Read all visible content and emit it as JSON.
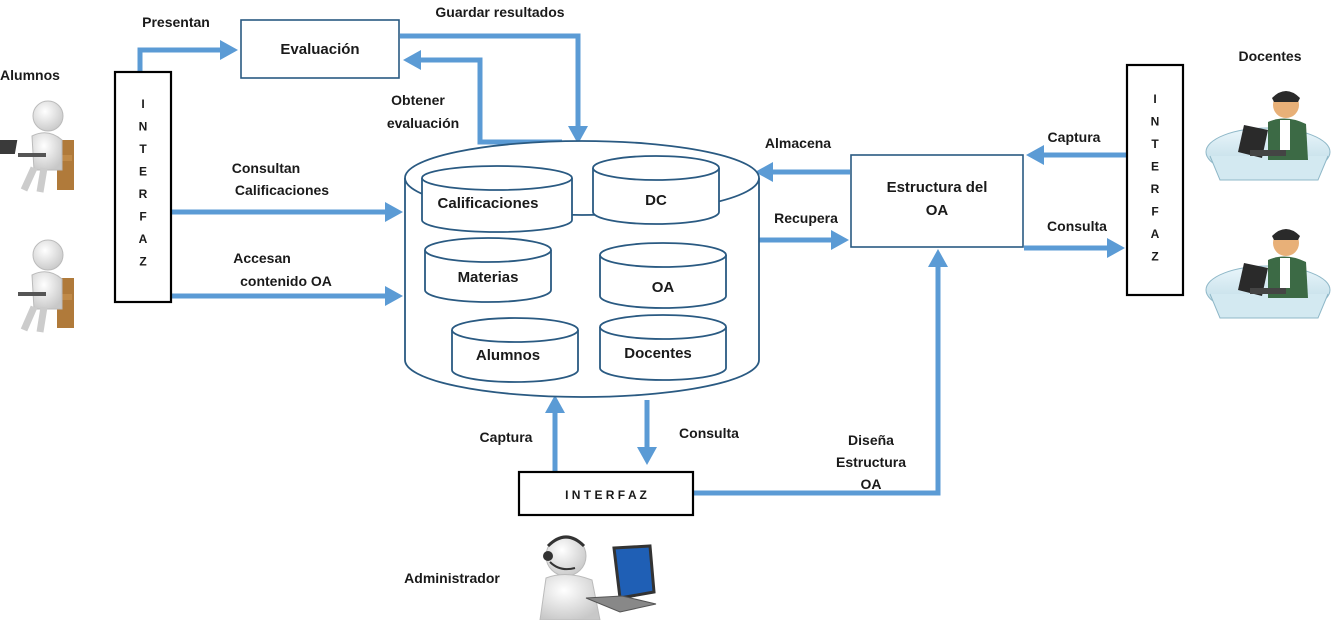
{
  "actors": {
    "alumnos": "Alumnos",
    "docentes": "Docentes",
    "administrador": "Administrador"
  },
  "interfaces": {
    "left_letters": [
      "I",
      "N",
      "T",
      "E",
      "R",
      "F",
      "A",
      "Z"
    ],
    "right_letters": [
      "I",
      "N",
      "T",
      "E",
      "R",
      "F",
      "A",
      "Z"
    ],
    "bottom": "I N T E R F A Z"
  },
  "boxes": {
    "evaluacion": "Evaluación",
    "estructura_line1": "Estructura del",
    "estructura_line2": "OA"
  },
  "database": {
    "tables": {
      "calificaciones": "Calificaciones",
      "dc": "DC",
      "materias": "Materias",
      "oa": "OA",
      "alumnos": "Alumnos",
      "docentes": "Docentes"
    }
  },
  "arrows": {
    "presentan": "Presentan",
    "guardar_resultados": "Guardar resultados",
    "obtener_line1": "Obtener",
    "obtener_line2": "evaluación",
    "consultan_line1": "Consultan",
    "consultan_line2": "Calificaciones",
    "accesan_line1": "Accesan",
    "accesan_line2": "contenido OA",
    "almacena": "Almacena",
    "recupera": "Recupera",
    "captura_right": "Captura",
    "consulta_right": "Consulta",
    "captura_bottom": "Captura",
    "consulta_bottom": "Consulta",
    "disena_line1": "Diseña",
    "disena_line2": "Estructura",
    "disena_line3": "OA"
  },
  "colors": {
    "arrow": "#5b9bd5",
    "box_border": "#2a5a82",
    "interface_border": "#000000"
  }
}
